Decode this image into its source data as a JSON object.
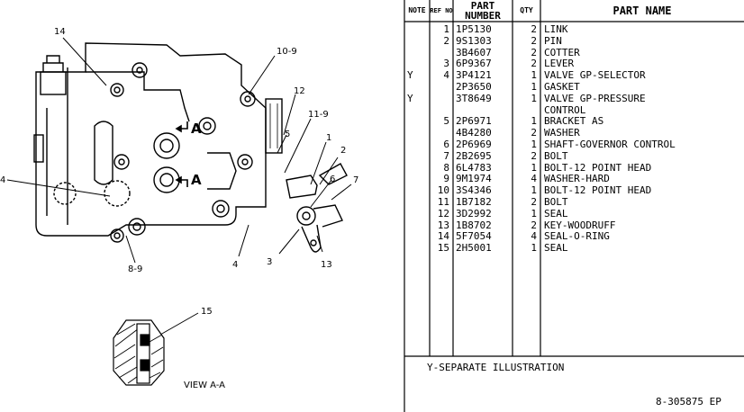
{
  "drawing": {
    "callouts": [
      "14",
      "10-9",
      "12",
      "11-9",
      "1",
      "5",
      "2",
      "6",
      "7",
      "3",
      "13",
      "4",
      "4",
      "8-9",
      "15"
    ],
    "section_label": "A",
    "view_label": "VIEW A-A"
  },
  "table": {
    "headers": {
      "note": "NOTE",
      "ref": "REF NO",
      "part": "PART NUMBER",
      "qty": "QTY",
      "name": "PART NAME"
    },
    "rows": [
      {
        "note": "",
        "ref": "1",
        "part": "1P5130",
        "qty": "2",
        "name": "LINK"
      },
      {
        "note": "",
        "ref": "2",
        "part": "9S1303",
        "qty": "2",
        "name": "PIN"
      },
      {
        "note": "",
        "ref": "",
        "part": "3B4607",
        "qty": "2",
        "name": "COTTER"
      },
      {
        "note": "",
        "ref": "3",
        "part": "6P9367",
        "qty": "2",
        "name": "LEVER"
      },
      {
        "note": "Y",
        "ref": "4",
        "part": "3P4121",
        "qty": "1",
        "name": "VALVE GP-SELECTOR"
      },
      {
        "note": "",
        "ref": "",
        "part": "2P3650",
        "qty": "1",
        "name": "GASKET"
      },
      {
        "note": "Y",
        "ref": "",
        "part": "3T8649",
        "qty": "1",
        "name": "VALVE GP-PRESSURE"
      },
      {
        "note": "",
        "ref": "",
        "part": "",
        "qty": "",
        "name": "CONTROL"
      },
      {
        "note": "",
        "ref": "5",
        "part": "2P6971",
        "qty": "1",
        "name": "BRACKET AS"
      },
      {
        "note": "",
        "ref": "",
        "part": "4B4280",
        "qty": "2",
        "name": "WASHER"
      },
      {
        "note": "",
        "ref": "6",
        "part": "2P6969",
        "qty": "1",
        "name": "SHAFT-GOVERNOR CONTROL"
      },
      {
        "note": "",
        "ref": "7",
        "part": "2B2695",
        "qty": "2",
        "name": "BOLT"
      },
      {
        "note": "",
        "ref": "8",
        "part": "6L4783",
        "qty": "1",
        "name": "BOLT-12 POINT HEAD"
      },
      {
        "note": "",
        "ref": "9",
        "part": "9M1974",
        "qty": "4",
        "name": "WASHER-HARD"
      },
      {
        "note": "",
        "ref": "10",
        "part": "3S4346",
        "qty": "1",
        "name": "BOLT-12 POINT HEAD"
      },
      {
        "note": "",
        "ref": "11",
        "part": "1B7182",
        "qty": "2",
        "name": "BOLT"
      },
      {
        "note": "",
        "ref": "12",
        "part": "3D2992",
        "qty": "1",
        "name": "SEAL"
      },
      {
        "note": "",
        "ref": "13",
        "part": "1B8702",
        "qty": "2",
        "name": "KEY-WOODRUFF"
      },
      {
        "note": "",
        "ref": "14",
        "part": "5F7054",
        "qty": "4",
        "name": "SEAL-O-RING"
      },
      {
        "note": "",
        "ref": "15",
        "part": "2H5001",
        "qty": "1",
        "name": "SEAL"
      }
    ],
    "footnote": "Y-SEPARATE ILLUSTRATION",
    "doc_id": "8-305875 EP"
  }
}
